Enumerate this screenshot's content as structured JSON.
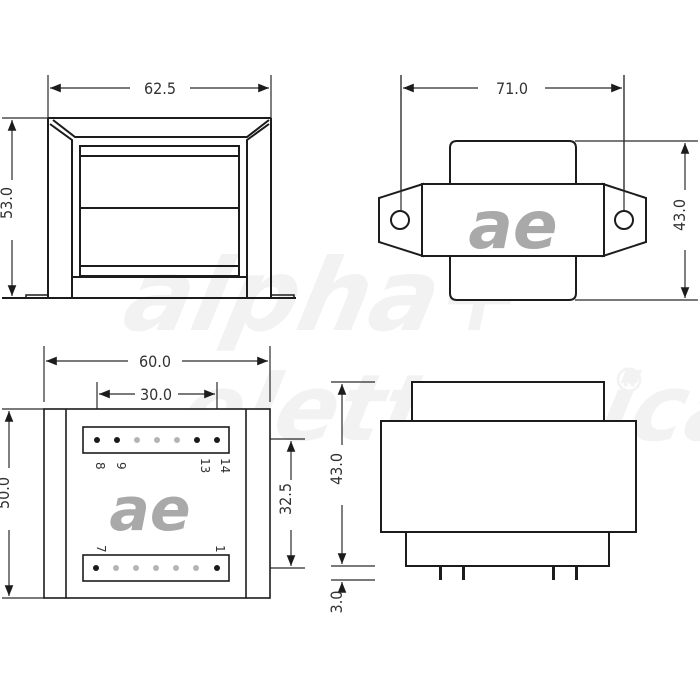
{
  "watermark": {
    "line1": "alpha+",
    "line2": "elettronica",
    "registered": "®"
  },
  "logo": {
    "text": "ae",
    "color": "#a9a9a9"
  },
  "views": {
    "front": {
      "width_label": "62.5",
      "height_label": "53.0"
    },
    "top_mounting": {
      "hole_spacing_label": "71.0",
      "height_label": "43.0"
    },
    "bottom_pins": {
      "width_label": "60.0",
      "pin_row_span_label": "30.0",
      "height_label": "50.0",
      "row_spacing_label": "32.5",
      "top_row_labels": [
        "8",
        "9",
        "13",
        "14"
      ],
      "bottom_row_labels": [
        "7",
        "1"
      ],
      "top_row_pins": [
        "dark",
        "dark",
        "light",
        "light",
        "light",
        "dark",
        "dark"
      ],
      "bottom_row_pins": [
        "dark",
        "light",
        "light",
        "light",
        "light",
        "light",
        "dark"
      ]
    },
    "side": {
      "height_label": "43.0",
      "pin_length_label": "3.0"
    }
  },
  "colors": {
    "line": "#1c1c1c",
    "text": "#333333",
    "pin_dark": "#1a1a1a",
    "pin_light": "#b4b4b4",
    "watermark": "#f2f2f2"
  }
}
